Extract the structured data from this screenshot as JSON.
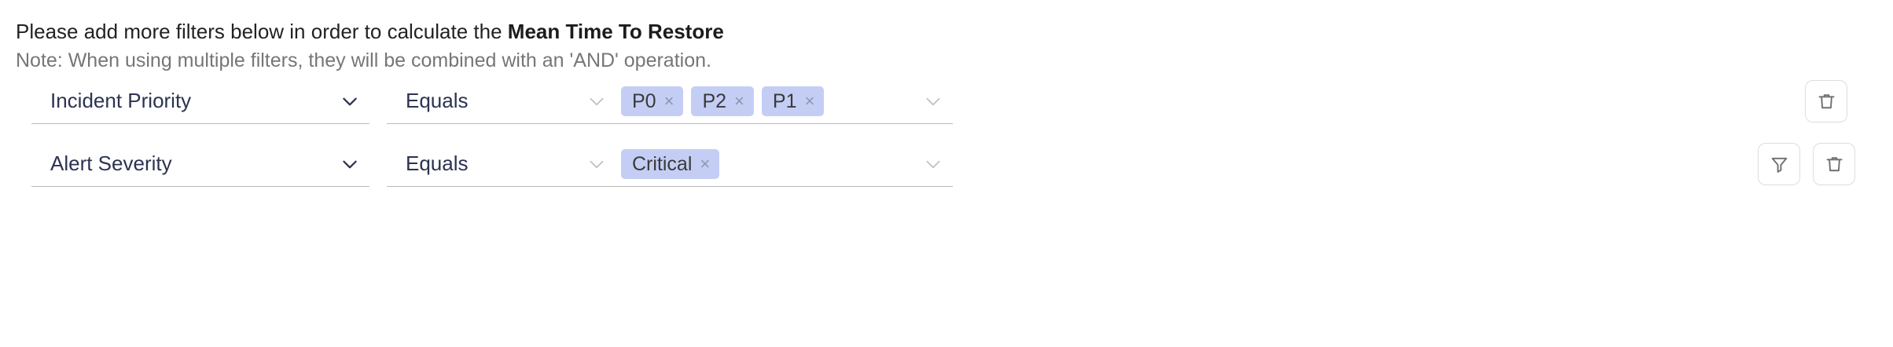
{
  "header": {
    "instruction_prefix": "Please add more filters below in order to calculate the ",
    "instruction_metric": "Mean Time To Restore",
    "note": "Note: When using multiple filters, they will be combined with an 'AND' operation."
  },
  "colors": {
    "chip_background": "#c4cef5",
    "field_text": "#2b3350",
    "note_text": "#767676",
    "rule_line": "#b9b9b9",
    "icon_stroke": "#6f6f6f"
  },
  "filters": [
    {
      "field_label": "Incident Priority",
      "field_chevron": "chevron-down-icon",
      "operator_label": "Equals",
      "operator_chevron": "chevron-down-icon",
      "value_chevron": "chevron-down-icon",
      "values": [
        {
          "label": "P0",
          "remove": "×"
        },
        {
          "label": "P2",
          "remove": "×"
        },
        {
          "label": "P1",
          "remove": "×"
        }
      ],
      "actions": [
        {
          "name": "delete-filter-button",
          "icon": "trash-icon"
        }
      ]
    },
    {
      "field_label": "Alert Severity",
      "field_chevron": "chevron-down-icon",
      "operator_label": "Equals",
      "operator_chevron": "chevron-down-icon",
      "value_chevron": "chevron-down-icon",
      "values": [
        {
          "label": "Critical",
          "remove": "×"
        }
      ],
      "actions": [
        {
          "name": "add-filter-button",
          "icon": "funnel-icon"
        },
        {
          "name": "delete-filter-button",
          "icon": "trash-icon"
        }
      ]
    }
  ]
}
